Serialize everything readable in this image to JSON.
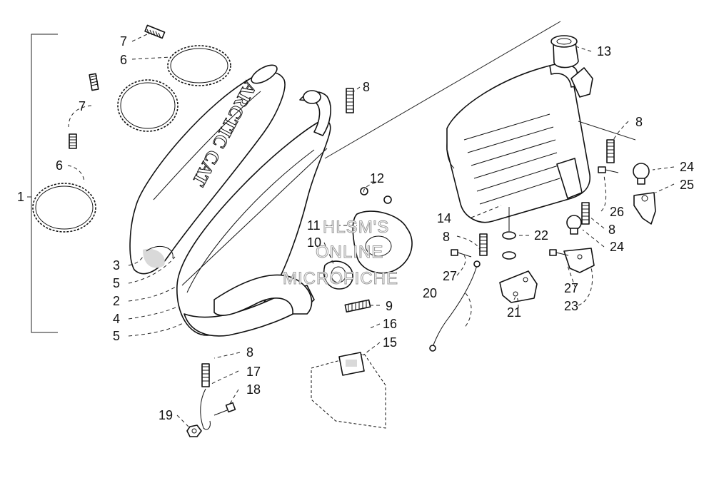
{
  "watermark": [
    "HLSM'S",
    "ONLINE",
    "MICROFICHE"
  ],
  "brand_text": "ARCTIC CAT",
  "callouts": [
    "1",
    "2",
    "3",
    "4",
    "5",
    "5",
    "6",
    "6",
    "7",
    "7",
    "8",
    "8",
    "8",
    "8",
    "8",
    "9",
    "10",
    "11",
    "12",
    "13",
    "14",
    "15",
    "16",
    "17",
    "18",
    "19",
    "20",
    "21",
    "22",
    "23",
    "24",
    "24",
    "25",
    "26",
    "27",
    "27"
  ]
}
